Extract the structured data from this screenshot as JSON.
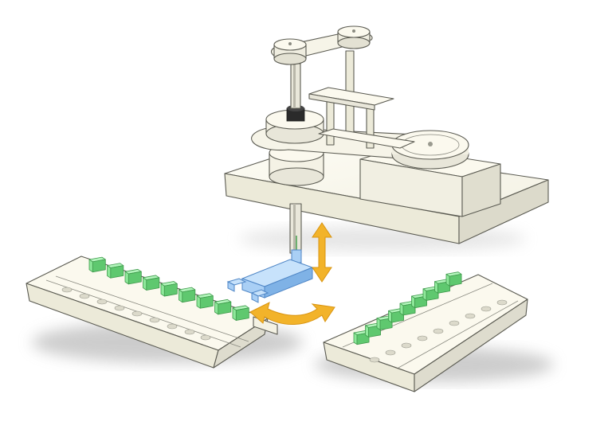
{
  "diagram": {
    "kind": "scara-robot-pick-and-place",
    "labels": [],
    "colors": {
      "machine_fill": "#fbf9ee",
      "machine_side": "#e9e7da",
      "machine_shade": "#d8d6c8",
      "outline": "#5b5b52",
      "part_fill": "#8ee89a",
      "part_top": "#b3f5bc",
      "part_side": "#5fc86f",
      "gripper_fill": "#a9cff5",
      "gripper_top": "#c7e2fb",
      "gripper_side": "#7fb2e6",
      "arrow_fill": "#f2b32a",
      "arrow_dark": "#d99410",
      "shadow": "#9a9a9a"
    },
    "icons": [
      "vertical-motion-arrow-icon",
      "rotation-arrow-icon"
    ],
    "left_conveyor_parts": 9,
    "right_conveyor_parts": 9
  }
}
